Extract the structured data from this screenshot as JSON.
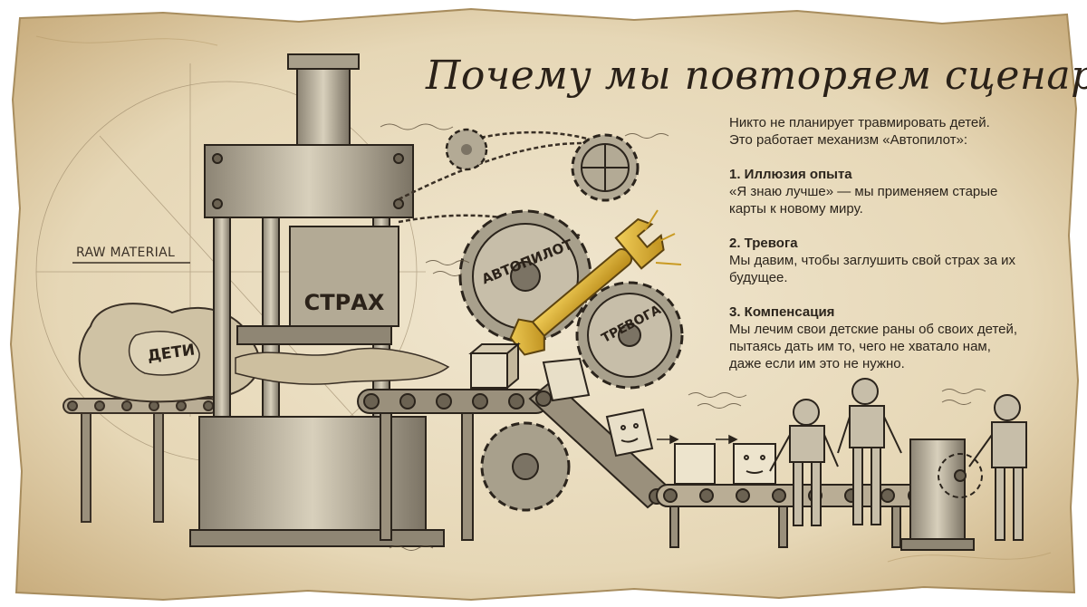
{
  "title": "Почему мы повторяем сценарий?",
  "intro": {
    "line1": "Никто не планирует травмировать детей.",
    "line2": "Это работает механизм «Автопилот»:"
  },
  "points": [
    {
      "heading": "1. Иллюзия опыта",
      "lines": [
        "«Я знаю лучше» — мы применяем старые",
        "карты к новому миру."
      ]
    },
    {
      "heading": "2. Тревога",
      "lines": [
        "Мы давим, чтобы заглушить свой страх за их",
        "будущее."
      ]
    },
    {
      "heading": "3. Компенсация",
      "lines": [
        "Мы лечим свои детские раны об своих детей,",
        "пытаясь дать им то, чего не хватало нам,",
        "даже если им это не нужно."
      ]
    }
  ],
  "labels": {
    "raw_material": "RAW MATERIAL",
    "press_plate": "СТРАХ",
    "input_blob": "ДЕТИ",
    "gear_autopilot": "АВТОПИЛОТ",
    "gear_anxiety": "ТРЕВОГА"
  },
  "colors": {
    "paper": "#eadfc6",
    "paper_edge": "#c9b48c",
    "ink": "#2b241c",
    "wrench": "#d4a62a"
  }
}
